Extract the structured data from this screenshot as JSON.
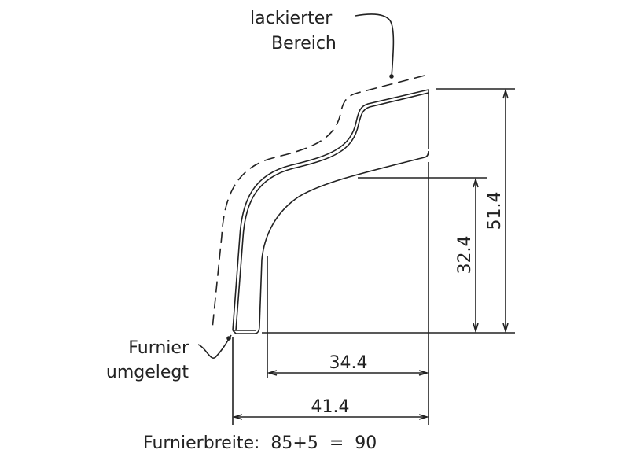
{
  "labels": {
    "painted_area_line1": "lackierter",
    "painted_area_line2": "Bereich",
    "veneer_folded_line1": "Furnier",
    "veneer_folded_line2": "umgelegt",
    "veneer_width": "Furnierbreite:  85+5  =  90"
  },
  "dimensions": {
    "total_height": "51.4",
    "inner_height": "32.4",
    "inner_width": "34.4",
    "total_width": "41.4"
  },
  "colors": {
    "line": "#222222",
    "background": "#ffffff"
  }
}
